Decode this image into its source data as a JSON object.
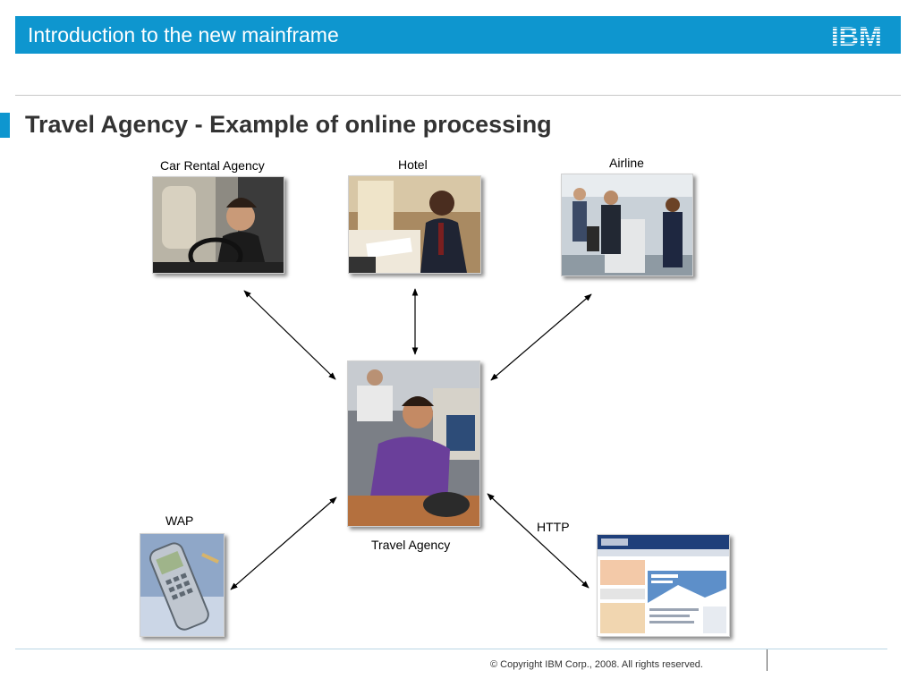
{
  "header": {
    "title": "Introduction to the new mainframe",
    "logo_text": "IBM",
    "brand_color": "#0e96cf"
  },
  "slide": {
    "title": "Travel Agency - Example of online processing"
  },
  "nodes": {
    "car_rental": {
      "label": "Car Rental Agency",
      "icon": "person-driving-photo"
    },
    "hotel": {
      "label": "Hotel",
      "icon": "person-on-phone-photo"
    },
    "airline": {
      "label": "Airline",
      "icon": "airport-check-in-photo"
    },
    "travel_agency": {
      "label": "Travel Agency",
      "icon": "agent-at-desk-photo"
    },
    "wap": {
      "label": "WAP",
      "icon": "mobile-phone-photo"
    },
    "http": {
      "label": "HTTP",
      "icon": "website-screenshot-photo"
    }
  },
  "footer": {
    "copyright": "© Copyright IBM Corp., 2008. All rights reserved."
  }
}
